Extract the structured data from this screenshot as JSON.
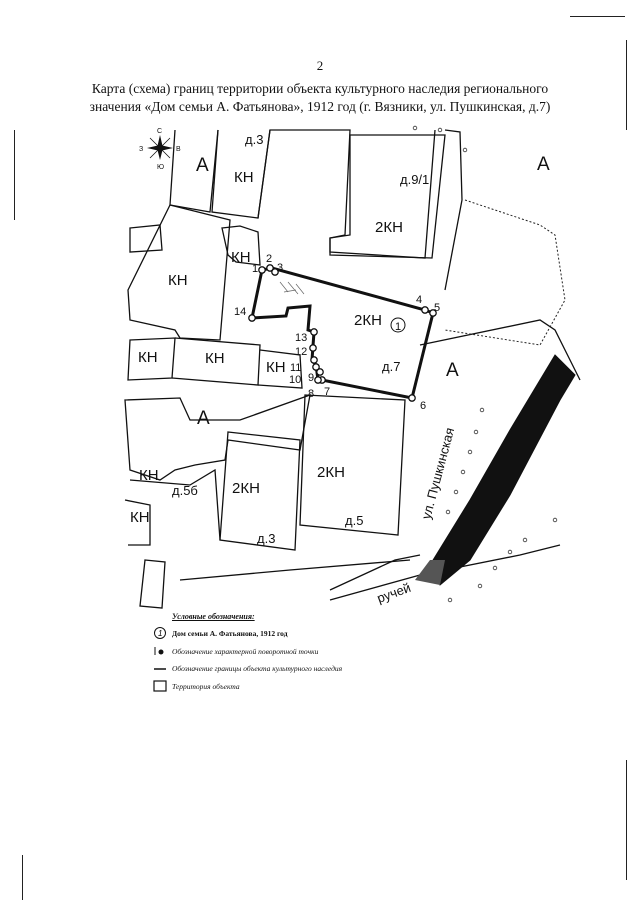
{
  "page_number": "2",
  "title_line1": "Карта (схема) границ территории объекта культурного наследия регионального",
  "title_line2": "значения «Дом семьи А. Фатьянова», 1912 год (г. Вязники, ул. Пушкинская, д.7)",
  "map": {
    "compass": {
      "n": "С",
      "s": "Ю",
      "w": "З",
      "e": "В"
    },
    "zone_A": "А",
    "zone_KN": "КН",
    "zone_2KN": "2КН",
    "house_d3_top": "д.3",
    "house_d9_1": "д.9/1",
    "house_d7": "д.7",
    "house_d5b": "д.5б",
    "house_d3_bottom": "д.3",
    "house_d5": "д.5",
    "street": "ул. Пушкинская",
    "stream": "ручей",
    "object_marker": "1",
    "points": [
      "1",
      "2",
      "3",
      "4",
      "5",
      "6",
      "7",
      "8",
      "9",
      "10",
      "11",
      "12",
      "13",
      "14"
    ]
  },
  "legend": {
    "header": "Условные обозначения:",
    "object_symbol": "1",
    "object_label": "Дом семьи А. Фатьянова, 1912 год",
    "point_label": "Обозначение характерной поворотной точки",
    "boundary_label": "Обозначение границы объекта культурного наследия",
    "territory_label": "Территория объекта"
  }
}
